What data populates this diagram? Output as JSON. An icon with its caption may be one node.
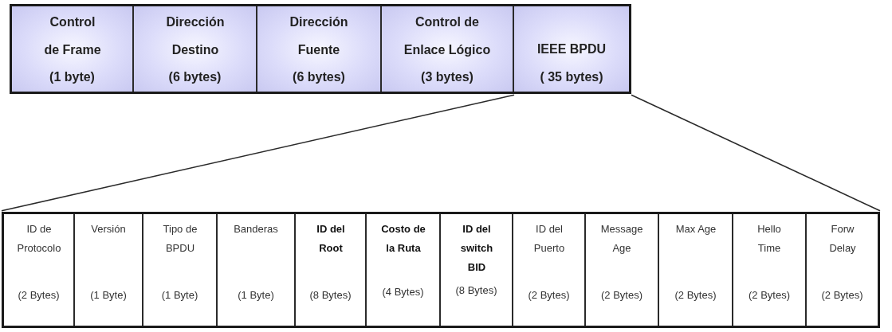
{
  "diagram": {
    "nodes": [
      {
        "text": [],
        "shape": "bar"
      },
      {
        "text": [
          "Control de Frame",
          "(1 byte)"
        ],
        "in": 0
      },
      {
        "text": [
          "Dirección Destino",
          "(6 bytes)"
        ],
        "in": 0
      },
      {
        "text": [
          "Dirección Fuente",
          "(6 bytes)"
        ],
        "in": 0
      },
      {
        "text": [
          "Control de Enlace Lógico",
          "(3 bytes)"
        ],
        "in": 0
      },
      {
        "text": [
          "IEEE BPDU",
          "( 35 bytes)"
        ],
        "in": 0
      },
      {
        "text": [],
        "shape": "bar"
      },
      {
        "text": [
          "ID de Protocolo",
          "(2 Bytes)"
        ],
        "in": 6
      },
      {
        "text": [
          "Versión",
          "(1 Byte)"
        ],
        "in": 6
      },
      {
        "text": [
          "Tipo de BPDU",
          "(1 Byte)"
        ],
        "in": 6
      },
      {
        "text": [
          "Banderas",
          "(1 Byte)"
        ],
        "in": 6
      },
      {
        "text": [
          "ID del Root",
          "(8 Bytes)"
        ],
        "in": 6
      },
      {
        "text": [
          "Costo de la Ruta",
          "(4 Bytes)"
        ],
        "in": 6
      },
      {
        "text": [
          "ID del switch BID",
          "(8 Bytes)"
        ],
        "in": 6
      },
      {
        "text": [
          "ID del Puerto",
          "(2 Bytes)"
        ],
        "in": 6
      },
      {
        "text": [
          "Message Age",
          "(2 Bytes)"
        ],
        "in": 6
      },
      {
        "text": [
          "Max Age",
          "(2 Bytes)"
        ],
        "in": 6
      },
      {
        "text": [
          "Hello Time",
          "(2 Bytes)"
        ],
        "in": 6
      },
      {
        "text": [
          "Forw Delay",
          "(2 Bytes)"
        ],
        "in": 6
      }
    ],
    "edges": [
      {
        "from": 5,
        "to": 6,
        "arrow": "none"
      },
      {
        "from": 5,
        "to": 6,
        "arrow": "none"
      }
    ]
  }
}
